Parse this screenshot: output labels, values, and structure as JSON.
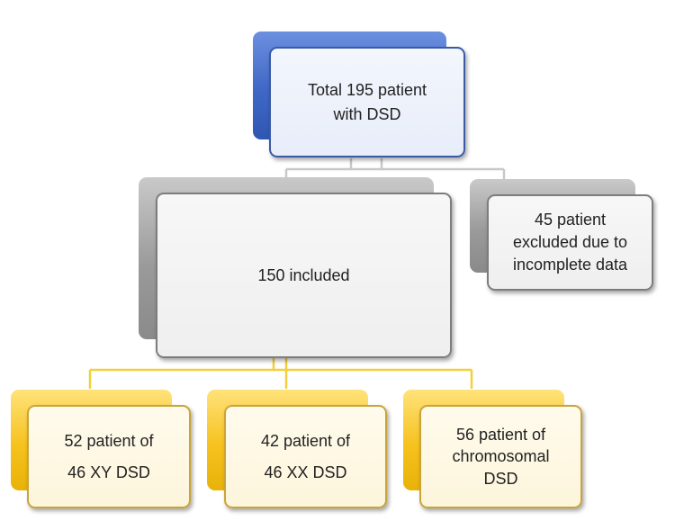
{
  "diagram": {
    "root": {
      "lines": [
        "Total 195 patient",
        "with DSD"
      ]
    },
    "included": {
      "lines": [
        "150 included"
      ]
    },
    "excluded": {
      "lines": [
        "45 patient",
        "excluded due to",
        "incomplete data"
      ]
    },
    "leaves": [
      {
        "lines": [
          "52 patient of",
          "46 XY DSD"
        ]
      },
      {
        "lines": [
          "42 patient of",
          "46 XX DSD"
        ]
      },
      {
        "lines": [
          "56 patient of",
          "chromosomal",
          "DSD"
        ]
      }
    ]
  },
  "colors": {
    "root_accent": "#3f67c4",
    "included_accent": "#9a9a9a",
    "leaf_accent": "#f6c21e",
    "connector_gray": "#c8c8c8",
    "connector_yellow": "#f2cf3c"
  }
}
